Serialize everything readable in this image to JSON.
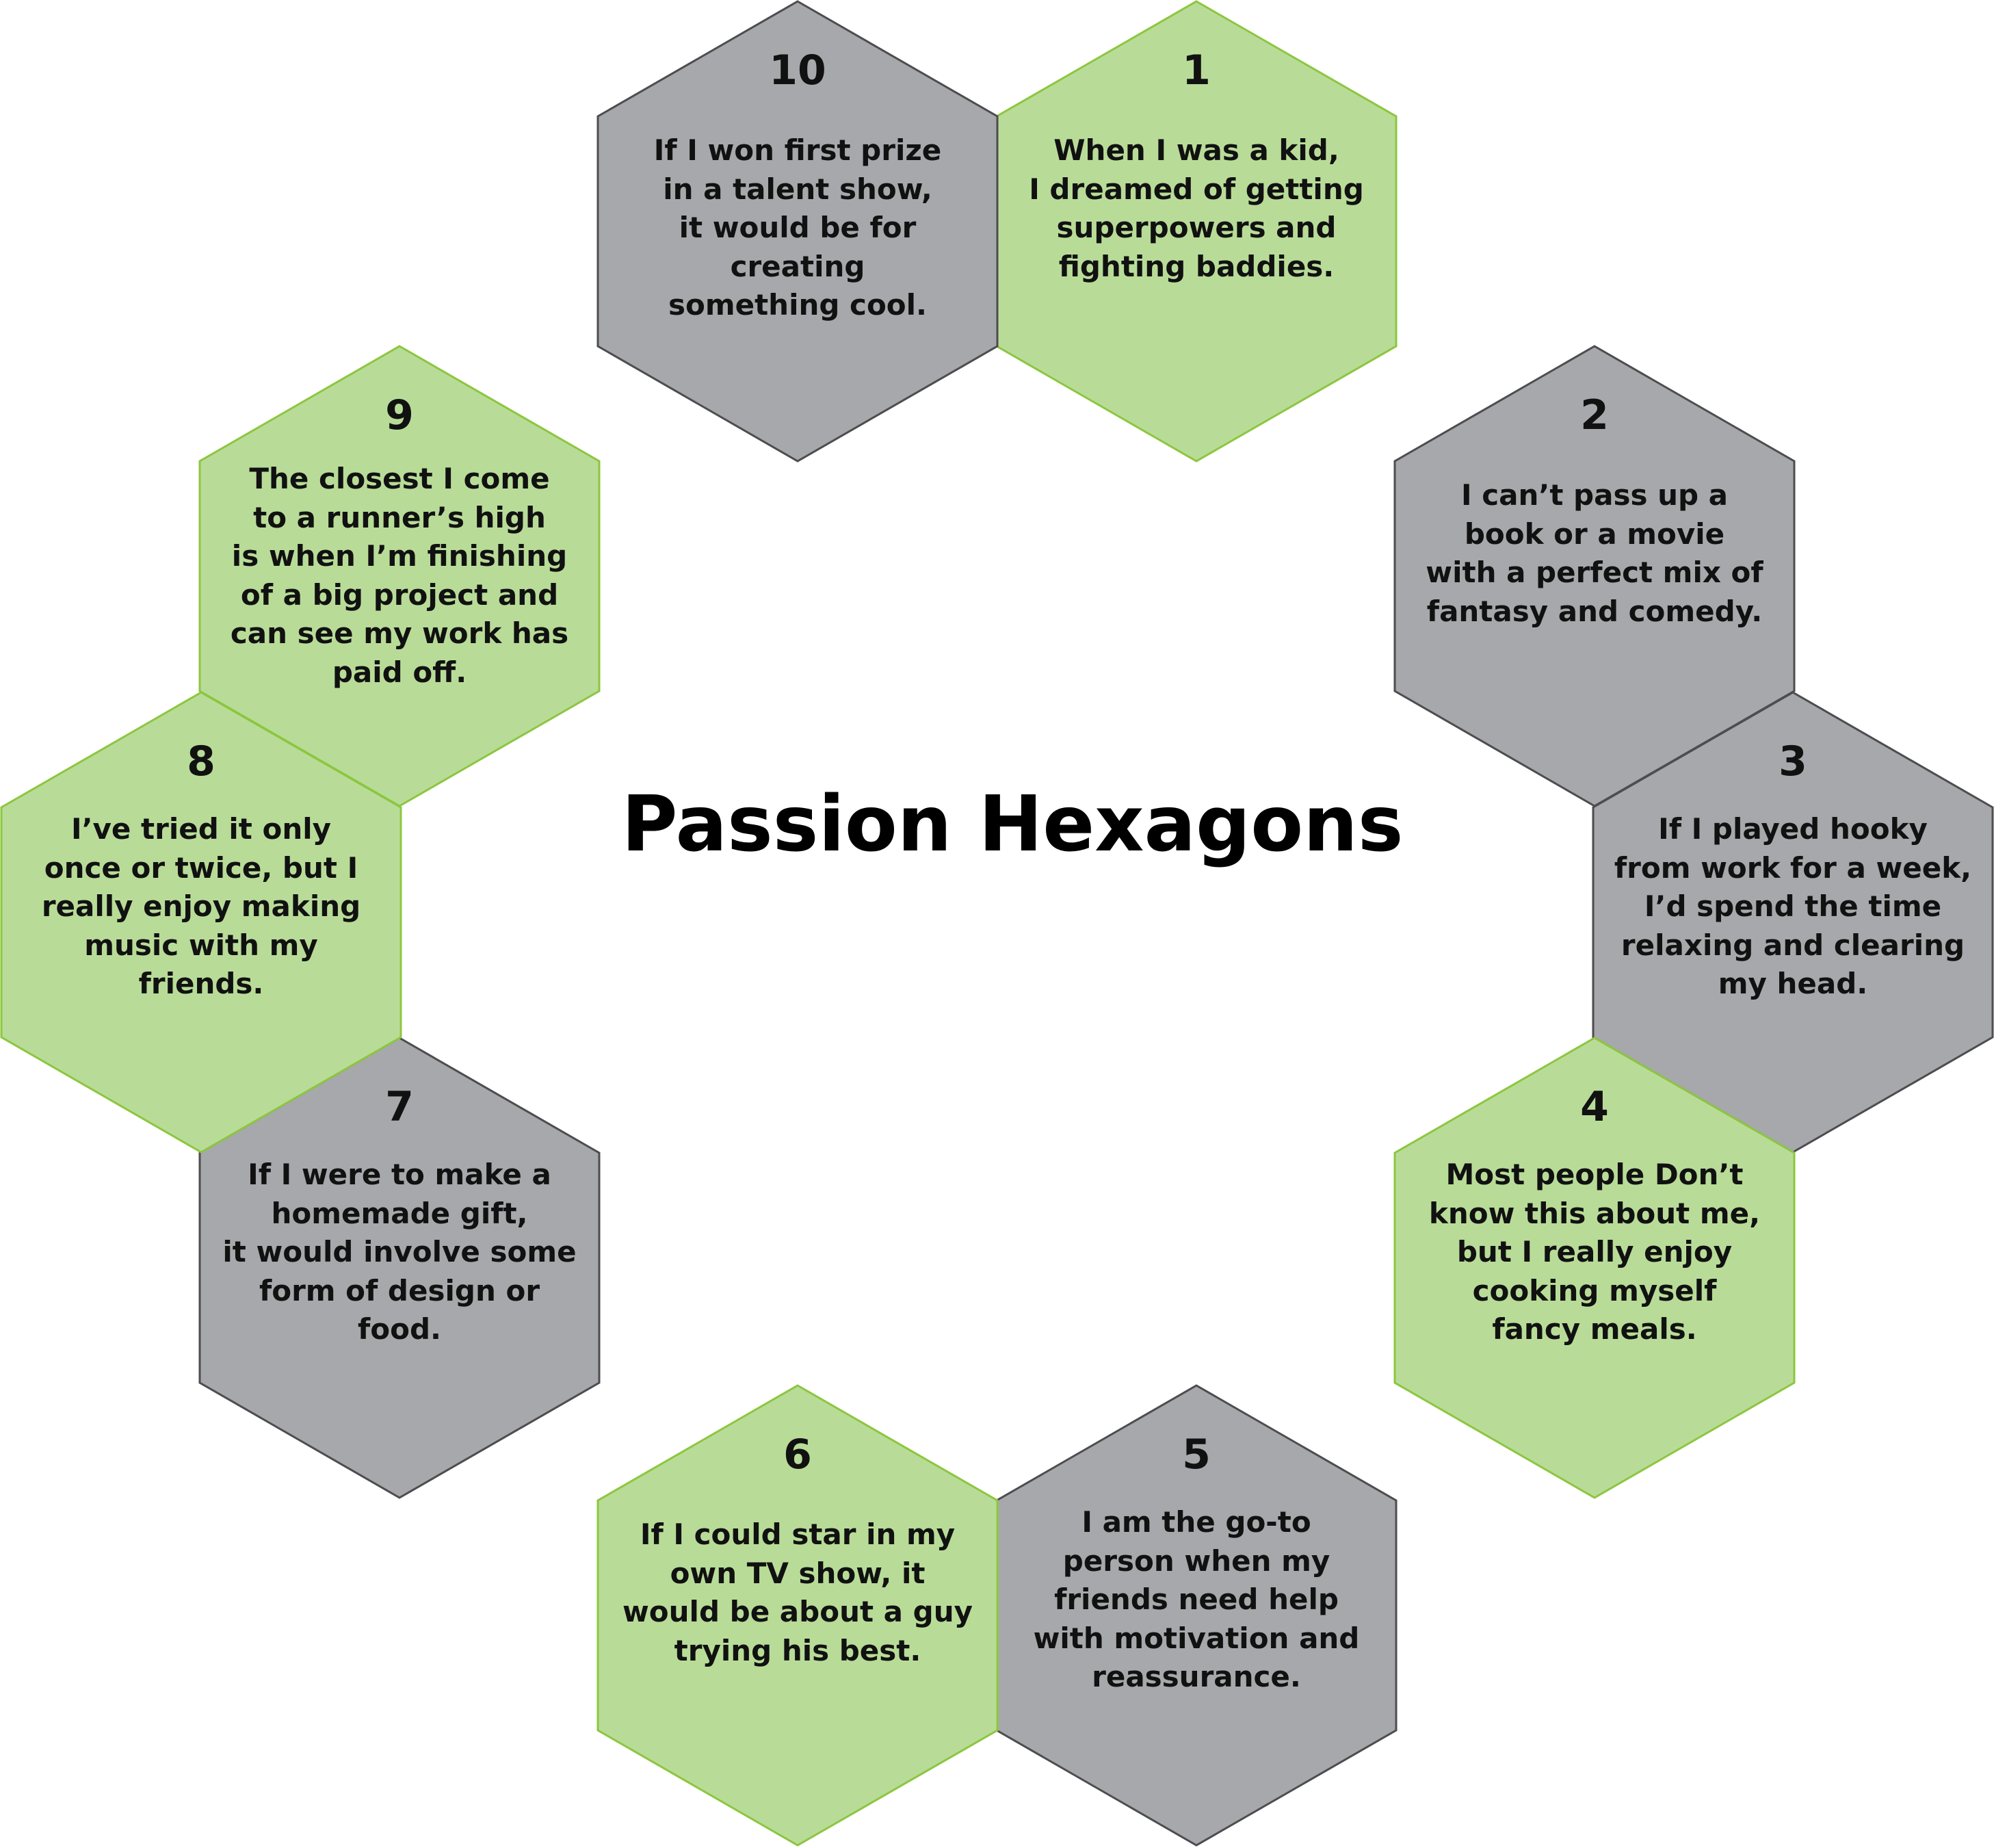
{
  "title": "Passion Hexagons",
  "colors": {
    "green_fill": "#b8dc98",
    "green_stroke": "#8dc63f",
    "gray_fill": "#a7a8ab",
    "gray_stroke": "#4d4d4f"
  },
  "hexagons": [
    {
      "number": "1",
      "color": "green",
      "lines": [
        "When I was a kid,",
        "I dreamed of getting",
        "superpowers and",
        "fighting baddies."
      ]
    },
    {
      "number": "2",
      "color": "gray",
      "lines": [
        "I can’t pass up a",
        "book or a movie",
        "with a perfect mix of",
        "fantasy and comedy."
      ]
    },
    {
      "number": "3",
      "color": "gray",
      "lines": [
        "If I played hooky",
        "from work for a week,",
        "I’d spend the time",
        "relaxing and clearing",
        "my head."
      ]
    },
    {
      "number": "4",
      "color": "green",
      "lines": [
        "Most people Don’t",
        "know this about me,",
        "but I really enjoy",
        "cooking myself",
        "fancy meals."
      ]
    },
    {
      "number": "5",
      "color": "gray",
      "lines": [
        "I am the go-to",
        "person when my",
        "friends need help",
        "with motivation and",
        "reassurance."
      ]
    },
    {
      "number": "6",
      "color": "green",
      "lines": [
        "If I could star in my",
        "own TV show, it",
        "would be about a guy",
        "trying his best."
      ]
    },
    {
      "number": "7",
      "color": "gray",
      "lines": [
        "If I were to make a",
        "homemade gift,",
        "it would involve some",
        "form of design or",
        "food."
      ]
    },
    {
      "number": "8",
      "color": "green",
      "lines": [
        "I’ve tried it only",
        "once or twice, but I",
        "really enjoy making",
        "music with my",
        "friends."
      ]
    },
    {
      "number": "9",
      "color": "green",
      "lines": [
        "The closest I come",
        "to a runner’s high",
        "is when I’m finishing",
        "of a big project and",
        "can see my work has",
        "paid off."
      ]
    },
    {
      "number": "10",
      "color": "gray",
      "lines": [
        "If I won first prize",
        "in a talent show,",
        "it would be for creating",
        "something cool."
      ]
    }
  ]
}
